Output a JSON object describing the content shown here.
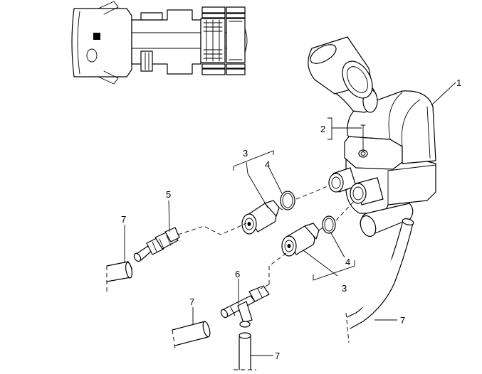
{
  "callouts": {
    "c1": "1",
    "c2": "2",
    "c3_top": "3",
    "c3_bottom": "3",
    "c4_top": "4",
    "c4_bottom": "4",
    "c5": "5",
    "c6": "6",
    "c7_left": "7",
    "c7_mid": "7",
    "c7_bottom": "7",
    "c7_right": "7"
  }
}
